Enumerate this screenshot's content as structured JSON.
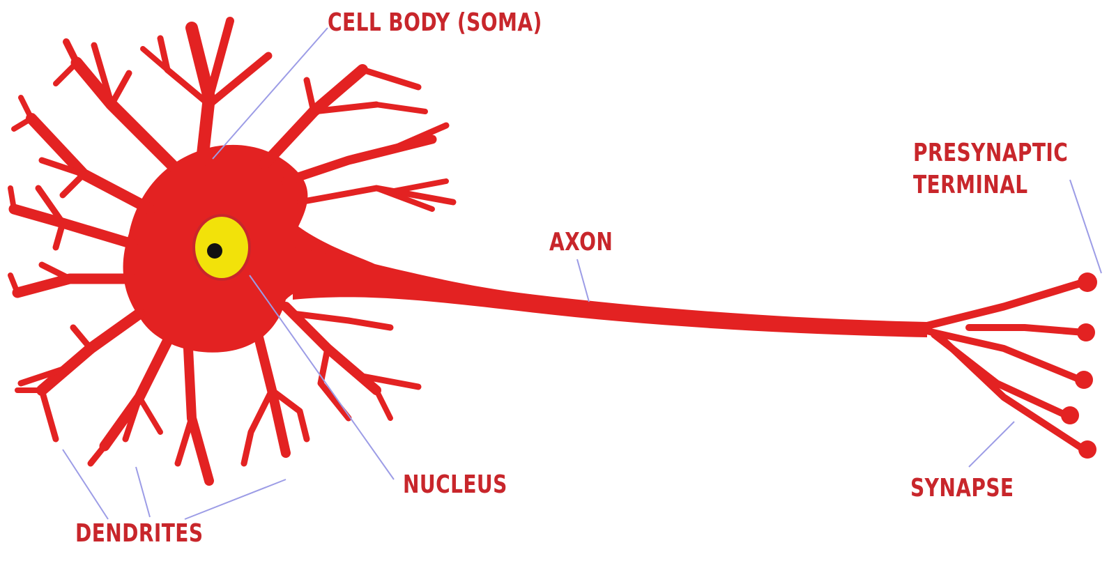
{
  "colors": {
    "neuron": "#E32222",
    "label": "#C8262B",
    "leader": "#9C9CE6",
    "nucleus": "#F2E20A",
    "nucleolus": "#111111",
    "background": "#FFFFFF"
  },
  "labels": {
    "cell_body": "CELL BODY (SOMA)",
    "axon": "AXON",
    "presynaptic_terminal": "PRESYNAPTIC\nTERMINAL",
    "nucleus": "NUCLEUS",
    "dendrites": "DENDRITES",
    "synapse": "SYNAPSE"
  }
}
